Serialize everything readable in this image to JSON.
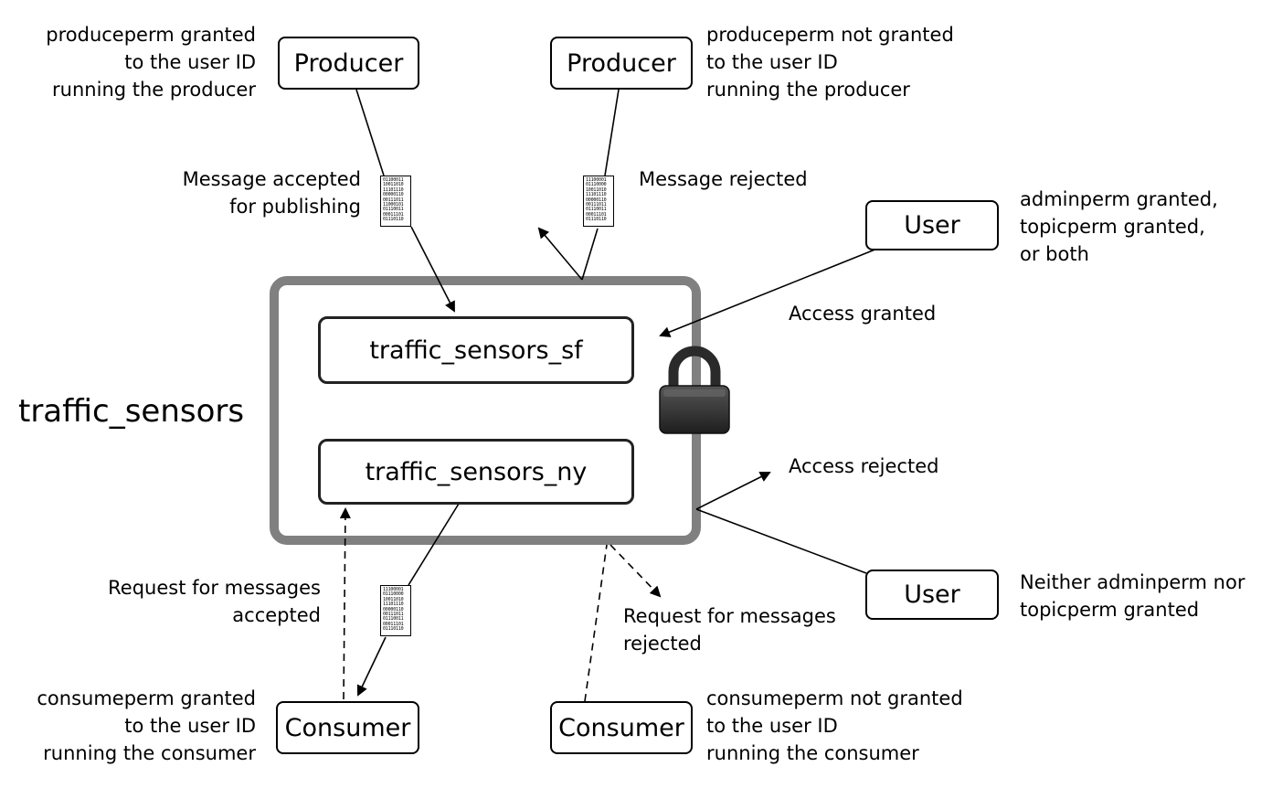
{
  "topic": {
    "name": "traffic_sensors"
  },
  "partitions": [
    "traffic_sensors_sf",
    "traffic_sensors_ny"
  ],
  "nodes": {
    "producer_left": "Producer",
    "producer_right": "Producer",
    "user_top": "User",
    "user_bottom": "User",
    "consumer_left": "Consumer",
    "consumer_right": "Consumer"
  },
  "notes": {
    "producer_left": [
      "produceperm granted",
      "to the user ID",
      "running the producer"
    ],
    "producer_right": [
      "produceperm not granted",
      "to the user ID",
      "running the producer"
    ],
    "user_top": [
      "adminperm granted,",
      "topicperm granted,",
      "or both"
    ],
    "user_bottom": [
      "Neither adminperm nor",
      "topicperm granted"
    ],
    "consumer_left": [
      "consumeperm granted",
      "to the user ID",
      "running the consumer"
    ],
    "consumer_right": [
      "consumeperm not granted",
      "to the user ID",
      "running the consumer"
    ]
  },
  "labels": {
    "message_accepted": [
      "Message accepted",
      "for publishing"
    ],
    "message_rejected": "Message rejected",
    "access_granted": "Access granted",
    "access_rejected": "Access rejected",
    "request_accepted": [
      "Request for messages",
      "accepted"
    ],
    "request_rejected": [
      "Request for messages",
      "rejected"
    ]
  },
  "icons": {
    "lock": "padlock-icon",
    "message": "binary-message-icon"
  },
  "colors": {
    "topic_border": "#808080",
    "lock_body": "#333333",
    "lock_shackle": "#2a2a2a"
  }
}
